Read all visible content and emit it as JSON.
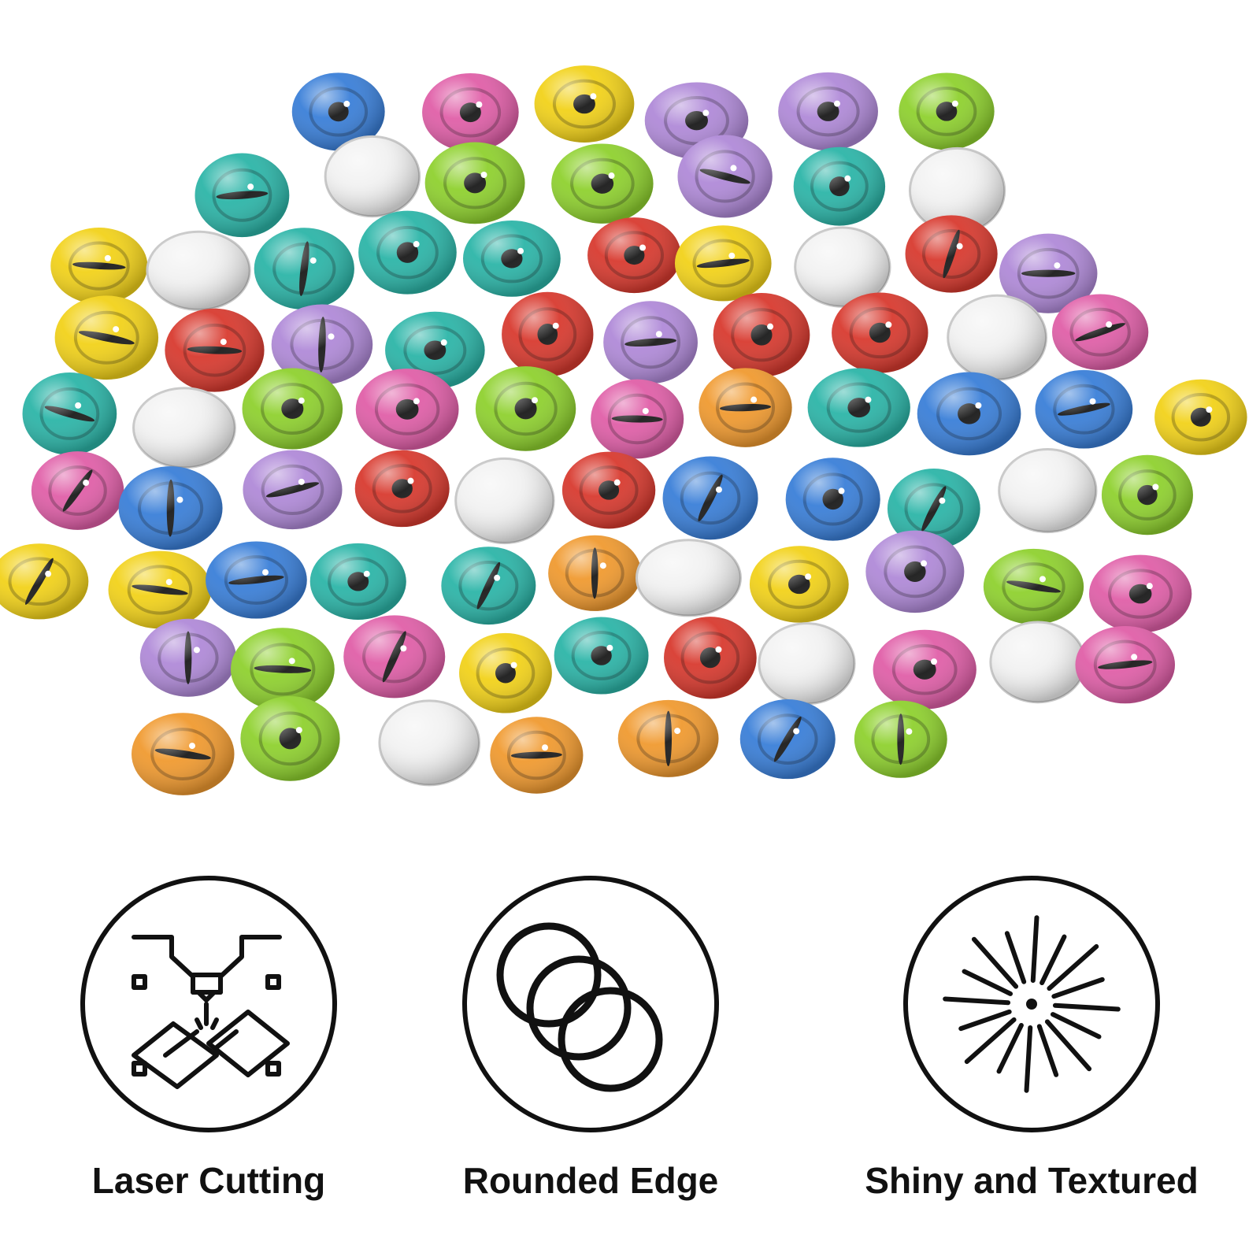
{
  "product_image": {
    "subject": "glass-eye-cabochons",
    "colors": [
      "#d83a2f",
      "#2cb5a8",
      "#8fd12f",
      "#f2d21a",
      "#3a7fd8",
      "#e05fa8",
      "#f09a30",
      "#b08ad8",
      "#ffffff"
    ]
  },
  "features": [
    {
      "label": "Laser Cutting",
      "icon": "laser-cutting-icon"
    },
    {
      "label": "Rounded Edge",
      "icon": "rounded-edge-icon"
    },
    {
      "label": "Shiny and Textured",
      "icon": "shiny-textured-icon"
    }
  ]
}
